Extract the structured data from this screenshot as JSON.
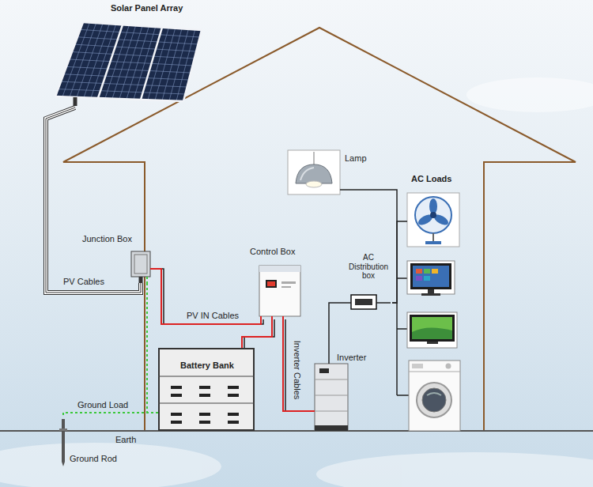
{
  "diagram": {
    "nodes": [
      {
        "text": [
          "Solar Panel Array"
        ]
      },
      {
        "text": [
          "Lamp"
        ]
      },
      {
        "text": [
          "AC Loads"
        ]
      },
      {
        "text": [
          "Junction Box"
        ]
      },
      {
        "text": [
          "Control Box"
        ]
      },
      {
        "text": [
          "AC Distribution box"
        ]
      },
      {
        "text": [
          "Battery Bank"
        ]
      },
      {
        "text": [
          "Inverter"
        ]
      },
      {
        "text": [
          "Ground Rod"
        ]
      }
    ],
    "edges": [
      {
        "from": 0,
        "to": 3,
        "arrow": "none",
        "label": "PV Cables"
      },
      {
        "from": 3,
        "to": 4,
        "arrow": "none",
        "label": "PV IN Cables"
      },
      {
        "from": 4,
        "to": 6,
        "arrow": "none"
      },
      {
        "from": 4,
        "to": 7,
        "arrow": "none",
        "label": "Inverter Cables"
      },
      {
        "from": 7,
        "to": 5,
        "arrow": "none"
      },
      {
        "from": 5,
        "to": 1,
        "arrow": "none"
      },
      {
        "from": 5,
        "to": 2,
        "arrow": "none"
      },
      {
        "from": 6,
        "to": 8,
        "arrow": "none",
        "label": "Ground Load"
      }
    ],
    "labels": [
      "Earth"
    ]
  }
}
